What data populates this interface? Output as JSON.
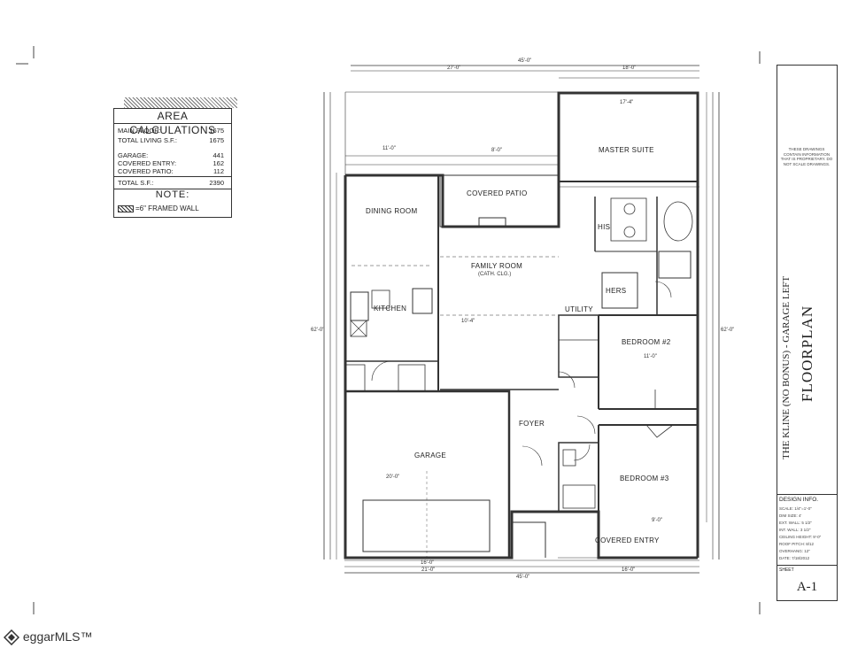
{
  "area": {
    "title": "AREA CALCULATIONS",
    "rows": [
      {
        "label": "MAIN FLOOR:",
        "value": "1675"
      },
      {
        "label": "TOTAL LIVING S.F.:",
        "value": "1675"
      },
      {
        "label": "GARAGE:",
        "value": "441"
      },
      {
        "label": "COVERED ENTRY:",
        "value": "162"
      },
      {
        "label": "COVERED PATIO:",
        "value": "112"
      },
      {
        "label": "TOTAL S.F.:",
        "value": "2390"
      }
    ],
    "note_title": "NOTE:",
    "note_text": "=6\" FRAMED WALL"
  },
  "rooms": {
    "master": "MASTER SUITE",
    "patio": "COVERED PATIO",
    "dining": "DINING ROOM",
    "family": "FAMILY ROOM",
    "family_sub": "(CATH. CLG.)",
    "kitchen": "KITCHEN",
    "his": "HIS",
    "hers": "HERS",
    "utility": "UTILITY",
    "bedroom2": "BEDROOM #2",
    "foyer": "FOYER",
    "garage": "GARAGE",
    "bedroom3": "BEDROOM #3",
    "entry": "COVERED ENTRY"
  },
  "dims": {
    "overall_top": "45'-0\"",
    "top_left": "27'-0\"",
    "top_right": "18'-0\"",
    "bottom_total": "45'-0\"",
    "bottom_left": "21'-0\"",
    "bottom_right": "16'-0\"",
    "left_total": "62'-0\"",
    "right_total": "62'-0\"",
    "garage_depth": "20'-0\"",
    "garage_width": "16'-0\"",
    "dining_w": "11'-0\"",
    "family_w": "10'-4\"",
    "bed2_w": "11'-0\"",
    "bed3_w": "9'-0\"",
    "master_w": "17'-4\"",
    "patio_w": "8'-0\""
  },
  "title_block": {
    "project": "THE KLINE (NO BONUS) - GARAGE LEFT",
    "sheet_title": "FLOORPLAN",
    "disclaimer": "THESE DRAWINGS CONTAIN INFORMATION THAT IS PROPRIETARY. DO NOT SCALE DRAWINGS.",
    "design_info_title": "DESIGN INFO.",
    "design_items": [
      "SCALE: 1/4\"=1'-0\"",
      "DIM SIZE: 4'",
      "EXT. WALL: 5 1/2\"",
      "INT. WALL: 3 1/2\"",
      "CEILING HEIGHT: 9'-0\"",
      "ROOF PITCH: 8/12",
      "OVERHANG: 12\"",
      "DATE: 7/18/2012"
    ],
    "sheet_label": "SHEET",
    "sheet_number": "A-1"
  },
  "watermark": "eggarMLS™"
}
